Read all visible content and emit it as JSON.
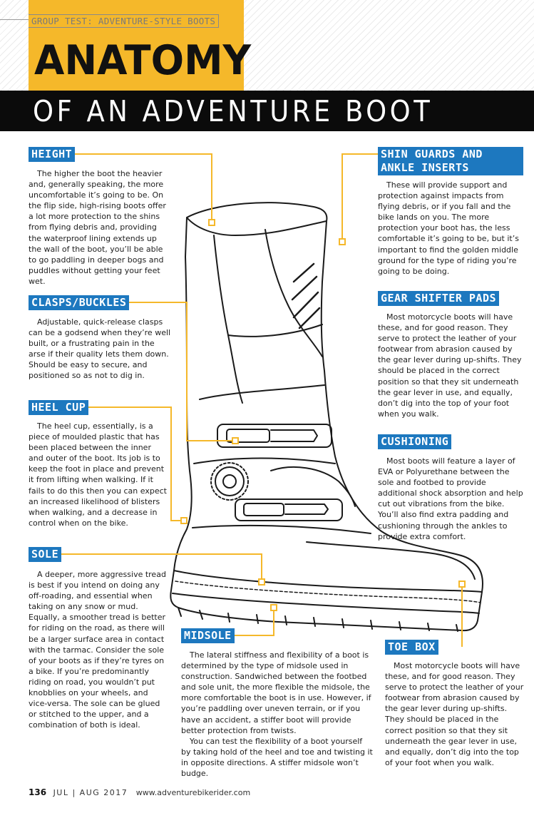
{
  "header": {
    "kicker": "GROUP TEST: ADVENTURE-STYLE BOOTS",
    "title": "ANATOMY",
    "subtitle": "OF AN ADVENTURE BOOT",
    "accent_color": "#f5b82a",
    "label_color": "#1d78bf",
    "callout_line_color": "#f5b82a"
  },
  "sections": {
    "height": {
      "title": "HEIGHT",
      "text": "The higher the boot the heavier and, generally speaking, the more uncomfortable it’s going to be. On the flip side, high-rising boots offer a lot more protection to the shins from flying debris and, providing the waterproof lining extends up the wall of the boot, you’ll be able to go paddling in deeper bogs and puddles without getting your feet wet."
    },
    "clasps": {
      "title": "CLASPS/BUCKLES",
      "text": "Adjustable, quick-release clasps can be a godsend when they’re well built, or a frustrating pain in the arse if their quality lets them down. Should be easy to secure, and positioned so as not to dig in."
    },
    "heel_cup": {
      "title": "HEEL CUP",
      "text": "The heel cup, essentially, is a piece of moulded plastic that has been placed between the inner and outer of the boot. Its job is to keep the foot in place and prevent it from lifting when walking. If it fails to do this then you can expect an increased likelihood of blisters when walking, and a decrease in control when on the bike."
    },
    "sole": {
      "title": "SOLE",
      "text": "A deeper, more aggressive tread is best if you intend on doing any off-roading, and essential when taking on any snow or mud. Equally, a smoother tread is better for riding on the road, as there will be a larger surface area in contact with the tarmac. Consider the sole of your boots as if they’re tyres on a bike. If you’re predominantly riding on road, you wouldn’t put knobblies on your wheels, and vice-versa. The sole can be glued or stitched to the upper, and a combination of both is ideal."
    },
    "midsole": {
      "title": "MIDSOLE",
      "text1": "The lateral stiffness and flexibility of a boot is determined by the type of midsole used in construction. Sandwiched between the footbed and sole unit, the more flexible the midsole, the more comfortable the boot is in use. However, if you’re paddling over uneven terrain, or if you have an accident, a stiffer boot will provide better protection from twists.",
      "text2": "You can test the flexibility of a boot yourself by taking hold of the heel and toe and twisting it in opposite directions. A stiffer midsole won’t budge."
    },
    "shin": {
      "title": "SHIN GUARDS AND ANKLE INSERTS",
      "text": "These will provide support and protection against impacts from flying debris, or if you fall and the bike lands on you. The more protection your boot has, the less comfortable it’s going to be, but it’s important to find the golden middle ground for the type of riding you’re going to be doing."
    },
    "gear": {
      "title": "GEAR SHIFTER PADS",
      "text": "Most motorcycle boots will have these, and for good reason. They serve to protect the leather of your footwear from abrasion caused by the gear lever during up-shifts. They should be placed in the correct position so that they sit underneath the gear lever in use, and equally, don’t dig into the top of your foot when you walk."
    },
    "cushioning": {
      "title": "CUSHIONING",
      "text": "Most boots will feature a layer of EVA or Polyurethane between the sole and footbed to provide additional shock absorption and help cut out vibrations from the bike. You’ll also find extra padding and cushioning through the ankles to provide extra comfort."
    },
    "toe_box": {
      "title": "TOE BOX",
      "text": "Most motorcycle boots will have these, and for good reason. They serve to protect the leather of your footwear from abrasion caused by the gear lever during up-shifts. They should be placed in the correct position so that they sit underneath the gear lever in use, and equally, don’t dig into the top of your foot when you walk."
    }
  },
  "footer": {
    "page_number": "136",
    "issue": "JUL | AUG 2017",
    "website": "www.adventurebikerider.com"
  }
}
